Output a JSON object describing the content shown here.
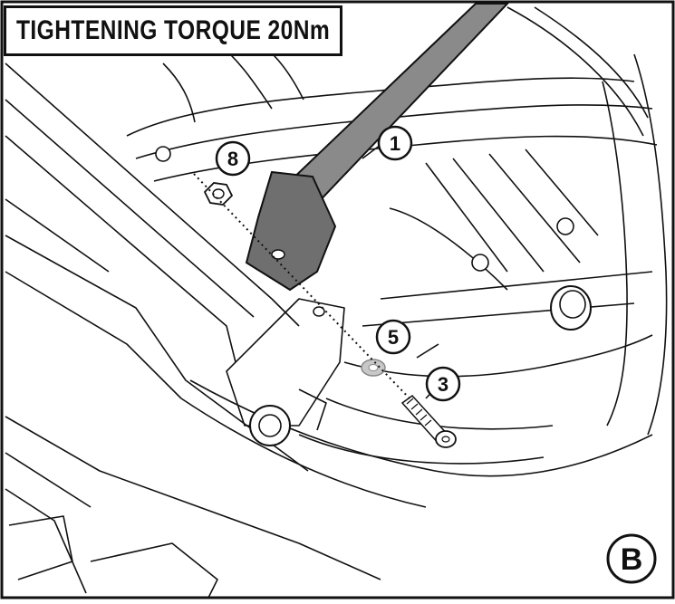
{
  "header": {
    "title": "TIGHTENING TORQUE 20Nm"
  },
  "callouts": [
    {
      "id": "part-1",
      "label": "1"
    },
    {
      "id": "part-8",
      "label": "8"
    },
    {
      "id": "part-5",
      "label": "5"
    },
    {
      "id": "part-3",
      "label": "3"
    }
  ],
  "panel": {
    "letter": "B"
  },
  "colors": {
    "line": "#111111",
    "bar": "#8a8a8a",
    "bracket": "#6f6f6f",
    "washer": "#c8c8c8",
    "background": "#ffffff"
  }
}
